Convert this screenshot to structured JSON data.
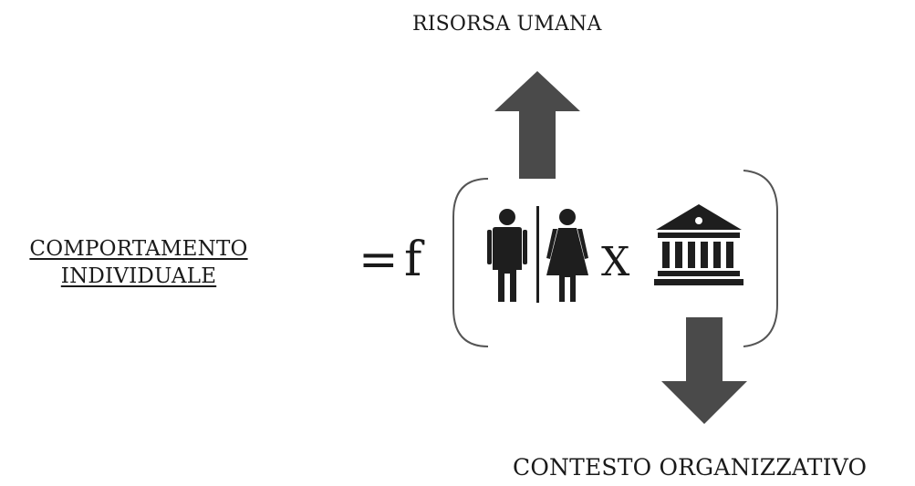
{
  "labels": {
    "top": "RISORSA UMANA",
    "bottom": "CONTESTO ORGANIZZATIVO",
    "left_line1": "COMPORTAMENTO",
    "left_line2": "INDIVIDUALE"
  },
  "formula": {
    "equals": "=",
    "function": "f",
    "operator": "X"
  },
  "icons": {
    "human_resource": [
      "man-icon",
      "woman-icon"
    ],
    "organization": "institution-building-icon",
    "arrows": [
      "arrow-up-icon",
      "arrow-down-icon"
    ]
  },
  "colors": {
    "icon": "#1e1e1e",
    "arrow": "#4a4a4a",
    "bracket": "#555555",
    "text": "#1a1a1a"
  }
}
